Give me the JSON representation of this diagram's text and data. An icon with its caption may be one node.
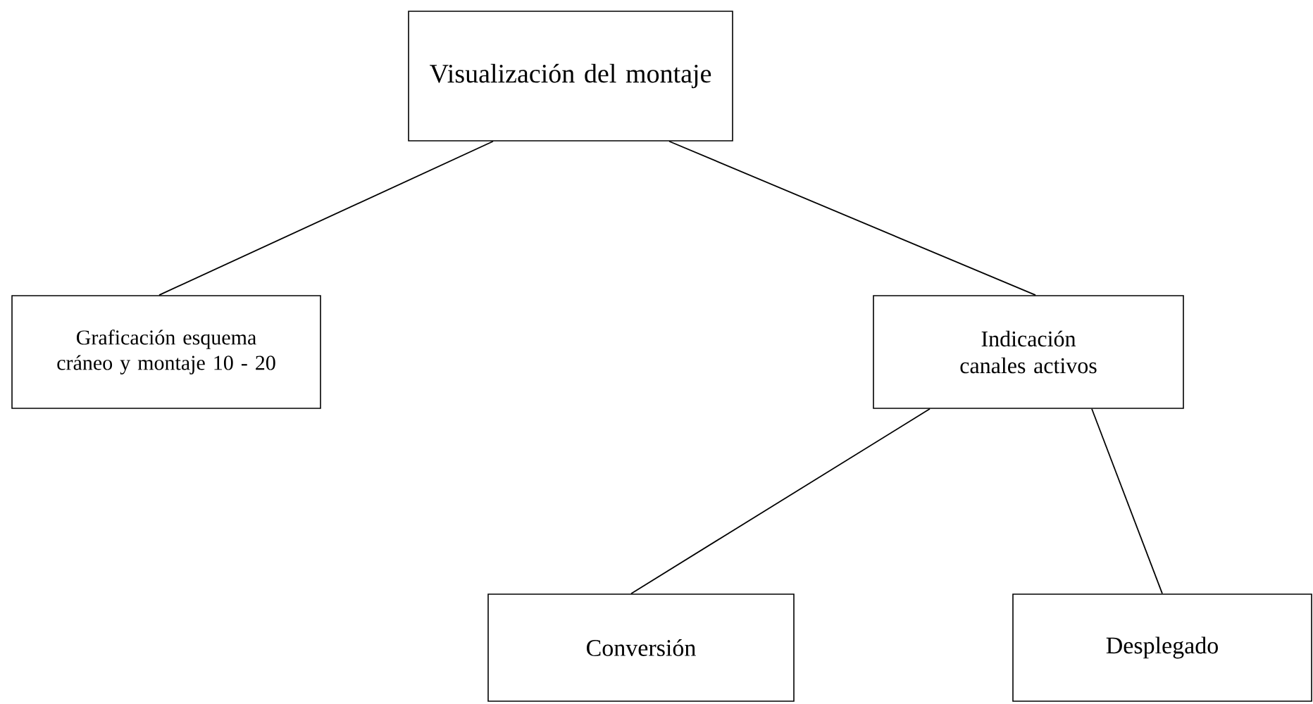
{
  "diagram": {
    "nodes": [
      {
        "text": [
          "Visualización del montaje"
        ]
      },
      {
        "text": [
          "Graficación esquema cráneo y montaje 10 - 20"
        ]
      },
      {
        "text": [
          "Indicación canales activos"
        ]
      },
      {
        "text": [
          "Conversión"
        ]
      },
      {
        "text": [
          "Desplegado"
        ]
      }
    ],
    "edges": [
      {
        "from": 0,
        "to": 1,
        "arrow": "none"
      },
      {
        "from": 0,
        "to": 2,
        "arrow": "none"
      },
      {
        "from": 2,
        "to": 3,
        "arrow": "none"
      },
      {
        "from": 2,
        "to": 4,
        "arrow": "none"
      }
    ]
  }
}
